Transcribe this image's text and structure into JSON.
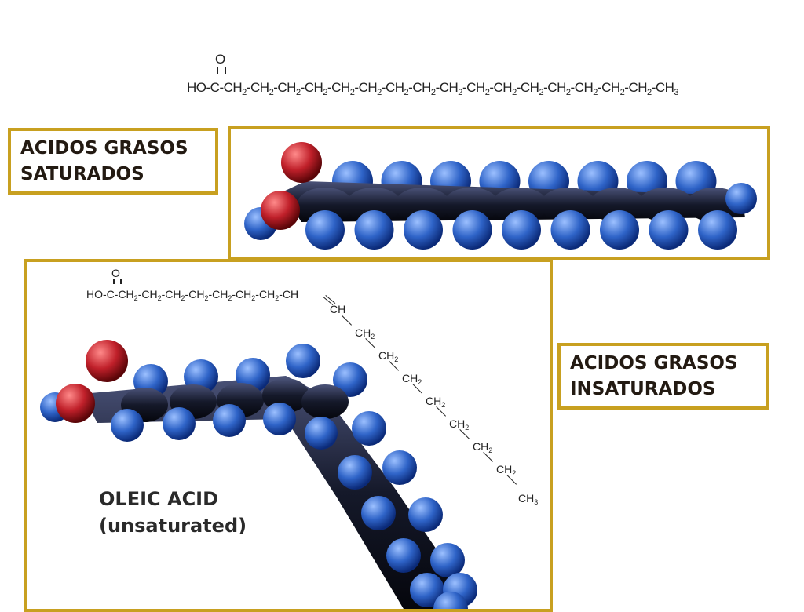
{
  "saturated_formula": {
    "oxygen": "O",
    "prefix": "HO-C-",
    "unit": "CH",
    "unit_sub": "2",
    "unit_count": 16,
    "tail": "CH",
    "tail_sub": "3"
  },
  "saturated_label": {
    "line1": "ACIDOS GRASOS",
    "line2": "SATURADOS"
  },
  "unsaturated_label": {
    "line1": "ACIDOS GRASOS",
    "line2": "INSATURADOS"
  },
  "oleic_formula": {
    "oxygen": "O",
    "prefix": "HO-C-",
    "unit": "CH",
    "unit_sub": "2",
    "straight_count": 7,
    "double_bond_carbon": "CH",
    "second_carbon": "CH",
    "diagonal_count": 7,
    "tail": "CH",
    "tail_sub": "3"
  },
  "oleic_caption": {
    "line1": "OLEIC ACID",
    "line2": "(unsaturated)"
  },
  "colors": {
    "frame": "#c8a020",
    "hydrogen": "#2f64c8",
    "oxygen": "#c0202a",
    "carbon_backbone": "#15192a"
  }
}
